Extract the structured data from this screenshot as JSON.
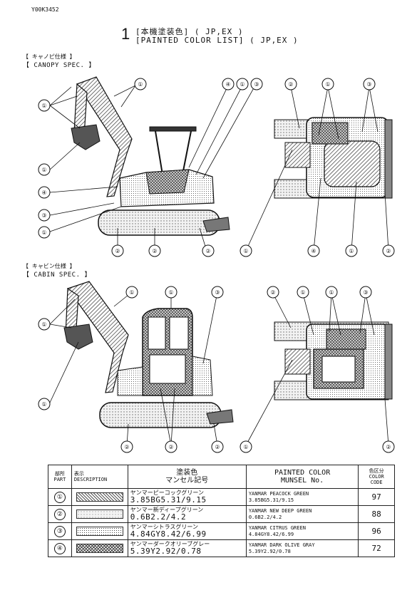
{
  "doc_id": "Y00K3452",
  "title": {
    "number": "1",
    "jp": "[本機塗装色]  ( JP,EX )",
    "en": "[PAINTED COLOR LIST] ( JP,EX )"
  },
  "canopy": {
    "jp": "【 キャノピ仕様 】",
    "en": "【 CANOPY SPEC. 】"
  },
  "cabin": {
    "jp": "【 キャビン仕様 】",
    "en": "【 CABIN SPEC. 】"
  },
  "callout_numbers": [
    "①",
    "②",
    "③",
    "④"
  ],
  "table": {
    "headers": {
      "part_jp": "部所",
      "part_en": "PART",
      "desc_jp": "表示",
      "desc_en": "DESCRIPTION",
      "munsel_jp1": "塗装色",
      "munsel_jp2": "マンセル記号",
      "color_en1": "PAINTED COLOR",
      "color_en2": "MUNSEL No.",
      "code_jp": "色区分",
      "code_en1": "COLOR",
      "code_en2": "CODE"
    },
    "rows": [
      {
        "part": "①",
        "swatch": "hatched-diagonal",
        "name_jp": "ヤンマーピーコックグリーン",
        "munsel": "3.85BG5.31/9.15",
        "name_en": "YANMAR PEACOCK GREEN",
        "munsel_en": "3.85BG5.31/9.15",
        "code": "97"
      },
      {
        "part": "②",
        "swatch": "light-dots",
        "name_jp": "ヤンマー新ディープグリーン",
        "munsel": "0.6B2.2/4.2",
        "name_en": "YANMAR NEW DEEP GREEN",
        "munsel_en": "0.6B2.2/4.2",
        "code": "88"
      },
      {
        "part": "③",
        "swatch": "fine-dots",
        "name_jp": "ヤンマーシトラスグリーン",
        "munsel": "4.84GY8.42/6.99",
        "name_en": "YANMAR CITRUS GREEN",
        "munsel_en": "4.84GY8.42/6.99",
        "code": "96"
      },
      {
        "part": "④",
        "swatch": "cross-hatch",
        "name_jp": "ヤンマーダークオリーブグレー",
        "munsel": "5.39Y2.92/0.78",
        "name_en": "YANMAR DARK OLIVE GRAY",
        "munsel_en": "5.39Y2.92/0.78",
        "code": "72"
      }
    ]
  }
}
